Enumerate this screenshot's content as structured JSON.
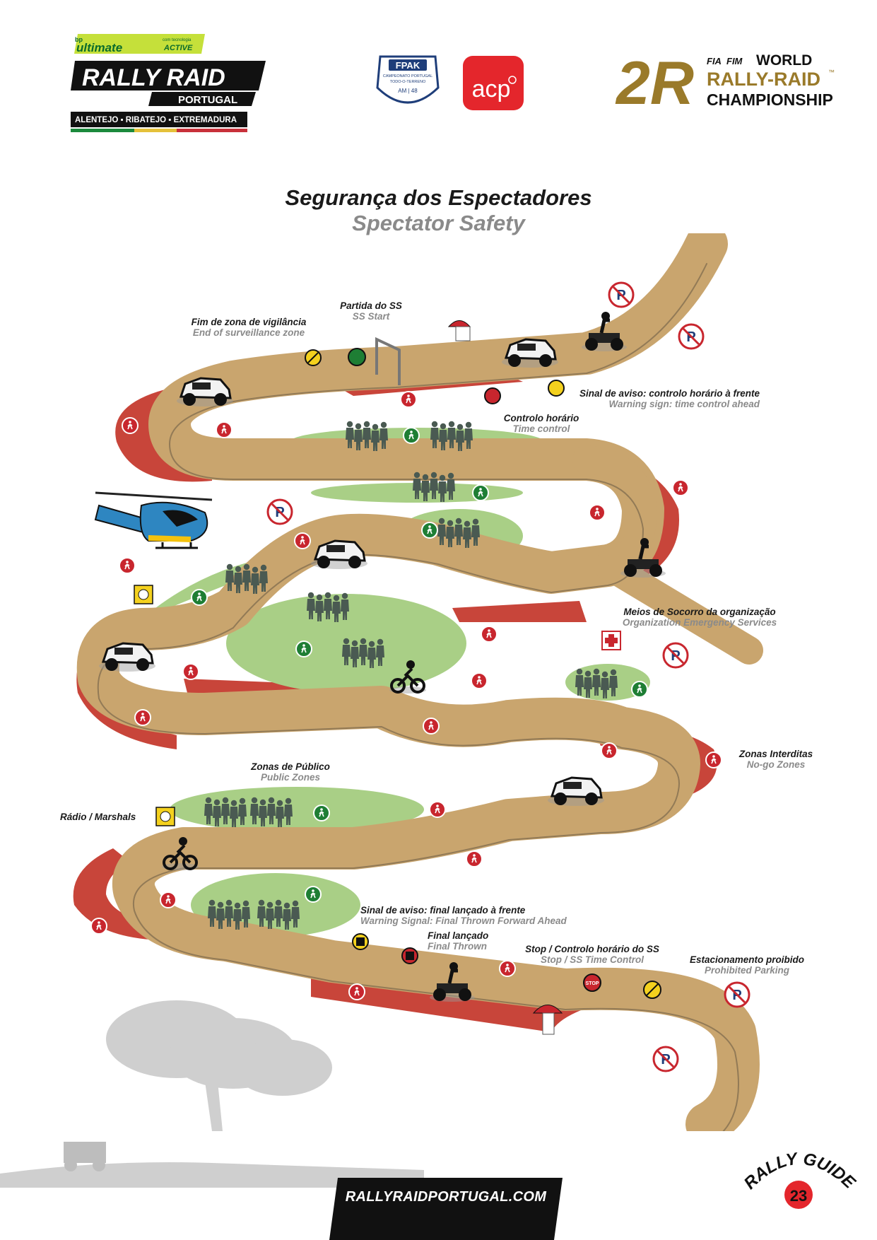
{
  "header": {
    "brand_top": "bp",
    "brand_ultimate": "ultimate",
    "brand_tech_small": "com tecnologia",
    "brand_active": "ACTIVE",
    "event_title": "RALLY RAID",
    "event_sub": "PORTUGAL",
    "regions": "ALENTEJO ▪ RIBATEJO ▪ EXTREMADURA",
    "fpak": "FPAK",
    "fpak_sub1": "CAMPEONATO PORTUGAL",
    "fpak_sub2": "TODO-O-TERRENO",
    "fpak_sub3": "AM | 48",
    "acp": "acp",
    "wrrc_mark": "2R",
    "wrrc_fia": "FIA",
    "wrrc_fim": "FIM",
    "wrrc_world": "WORLD",
    "wrrc_rally": "RALLY-RAID",
    "wrrc_tm": "™",
    "wrrc_champ": "CHAMPIONSHIP"
  },
  "title": {
    "pt": "Segurança dos Espectadores",
    "en": "Spectator Safety"
  },
  "labels": {
    "end_zone": {
      "pt": "Fim de zona de vigilância",
      "en": "End of surveillance zone"
    },
    "ss_start": {
      "pt": "Partida do SS",
      "en": "SS Start"
    },
    "warn_tc": {
      "pt": "Sinal de aviso: controlo horário à frente",
      "en": "Warning sign: time control ahead"
    },
    "tc": {
      "pt": "Controlo horário",
      "en": "Time control"
    },
    "emergency": {
      "pt": "Meios de Socorro da organização",
      "en": "Organization Emergency Services"
    },
    "nogo": {
      "pt": "Zonas Interditas",
      "en": "No-go Zones"
    },
    "public": {
      "pt": "Zonas de Público",
      "en": "Public Zones"
    },
    "radio": {
      "pt": "Rádio / Marshals"
    },
    "warn_final": {
      "pt": "Sinal de aviso: final lançado à frente",
      "en": "Warning Signal: Final Thrown Forward Ahead"
    },
    "final": {
      "pt": "Final lançado",
      "en": "Final Thrown"
    },
    "stop": {
      "pt": "Stop / Controlo horário do SS",
      "en": "Stop / SS Time Control"
    },
    "parking": {
      "pt": "Estacionamento proibido",
      "en": "Prohibited Parking"
    }
  },
  "signs": {
    "stop": "STOP"
  },
  "footer": {
    "url": "RALLYRAIDPORTUGAL.COM",
    "guide": "RALLY GUIDE",
    "page": "23"
  },
  "colors": {
    "track": "#c9a56e",
    "nogo": "#c8453a",
    "public": "#a9cf86",
    "gold": "#9a7a2a",
    "lime": "#c5e03a"
  }
}
